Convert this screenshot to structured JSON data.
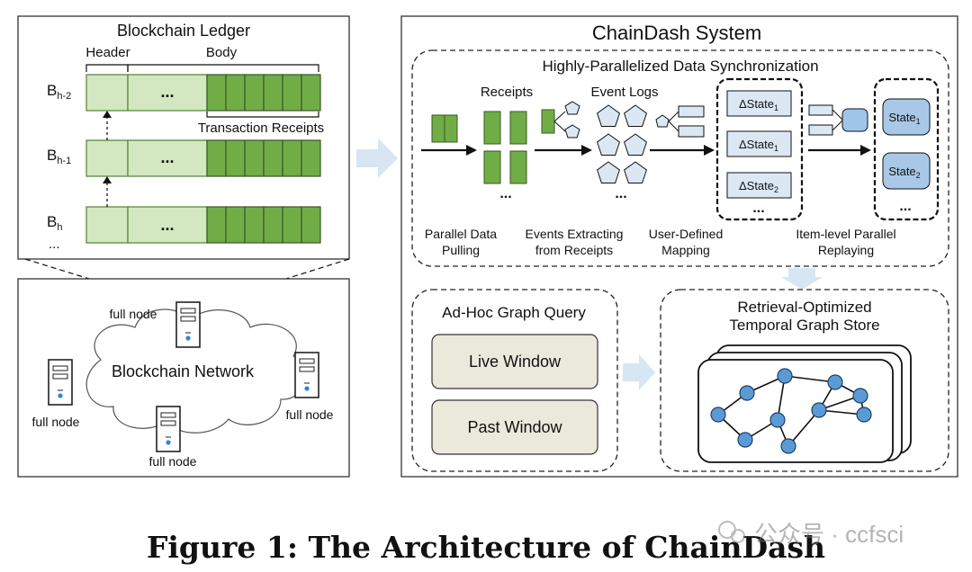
{
  "ledger": {
    "title": "Blockchain Ledger",
    "header_label": "Header",
    "body_label": "Body",
    "receipts_label": "Transaction Receipts",
    "blocks": [
      {
        "base": "B",
        "sub": "h-2"
      },
      {
        "base": "B",
        "sub": "h-1"
      },
      {
        "base": "B",
        "sub": "h"
      }
    ],
    "more": "...",
    "body_ellipsis": "..."
  },
  "network": {
    "label": "Blockchain Network",
    "node_label": "full node"
  },
  "system": {
    "title": "ChainDash System",
    "sync": {
      "title": "Highly-Parallelized Data Synchronization",
      "receipts_label": "Receipts",
      "event_logs_label": "Event Logs",
      "ellipsis": "...",
      "states_delta": [
        {
          "base": "ΔState",
          "sub": "1"
        },
        {
          "base": "ΔState",
          "sub": "1"
        },
        {
          "base": "ΔState",
          "sub": "2"
        }
      ],
      "states": [
        {
          "base": "State",
          "sub": "1"
        },
        {
          "base": "State",
          "sub": "2"
        }
      ],
      "stages": [
        {
          "line1": "Parallel Data",
          "line2": "Pulling"
        },
        {
          "line1": "Events Extracting",
          "line2": "from Receipts"
        },
        {
          "line1": "User-Defined",
          "line2": "Mapping"
        },
        {
          "line1": "Item-level Parallel",
          "line2": "Replaying"
        }
      ]
    },
    "query": {
      "title": "Ad-Hoc Graph Query",
      "live_window": "Live Window",
      "past_window": "Past Window"
    },
    "store": {
      "title_line1": "Retrieval-Optimized",
      "title_line2": "Temporal Graph Store"
    }
  },
  "caption": "Figure 1: The Architecture of ChainDash",
  "watermark": "公众号 · ccfsci",
  "colors": {
    "green_light": "#d3e8c0",
    "green_dark": "#70ad47",
    "blue_box": "#dbe8f4",
    "blue_node": "#5b9bd5",
    "query_box": "#ebe9dc",
    "arrow_light": "#d6e6f3"
  }
}
